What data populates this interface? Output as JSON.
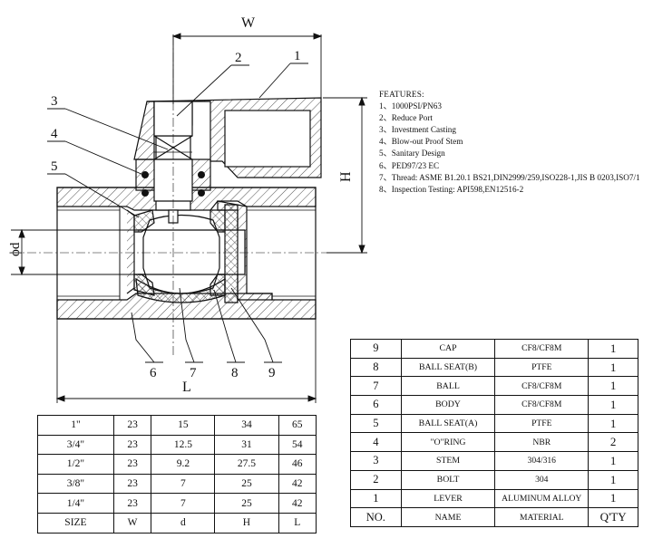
{
  "labels": {
    "W": "W",
    "H": "H",
    "L": "L",
    "d": "ϕd",
    "callouts": [
      "1",
      "2",
      "3",
      "4",
      "5",
      "6",
      "7",
      "8",
      "9"
    ]
  },
  "features": {
    "title": "FEATURES:",
    "items": [
      "1、1000PSI/PN63",
      "2、Reduce  Port",
      "3、Investment Casting",
      "4、Blow-out Proof Stem",
      "5、Sanitary Design",
      "6、PED97/23 EC",
      "7、Thread: ASME B1.20.1    BS21,DIN2999/259,ISO228-1,JIS B 0203,ISO7/1",
      "8、Inspection Testing: API598,EN12516-2"
    ]
  },
  "size_table": {
    "rows": [
      [
        "1\"",
        "23",
        "15",
        "34",
        "65"
      ],
      [
        "3/4\"",
        "23",
        "12.5",
        "31",
        "54"
      ],
      [
        "1/2\"",
        "23",
        "9.2",
        "27.5",
        "46"
      ],
      [
        "3/8\"",
        "23",
        "7",
        "25",
        "42"
      ],
      [
        "1/4\"",
        "23",
        "7",
        "25",
        "42"
      ]
    ],
    "header": [
      "SIZE",
      "W",
      "d",
      "H",
      "L"
    ]
  },
  "parts_table": {
    "rows": [
      [
        "9",
        "CAP",
        "CF8/CF8M",
        "1"
      ],
      [
        "8",
        "BALL SEAT(B)",
        "PTFE",
        "1"
      ],
      [
        "7",
        "BALL",
        "CF8/CF8M",
        "1"
      ],
      [
        "6",
        "BODY",
        "CF8/CF8M",
        "1"
      ],
      [
        "5",
        "BALL SEAT(A)",
        "PTFE",
        "1"
      ],
      [
        "4",
        "\"O\"RING",
        "NBR",
        "2"
      ],
      [
        "3",
        "STEM",
        "304/316",
        "1"
      ],
      [
        "2",
        "BOLT",
        "304",
        "1"
      ],
      [
        "1",
        "LEVER",
        "ALUMINUM ALLOY",
        "1"
      ]
    ],
    "header": [
      "NO.",
      "NAME",
      "MATERIAL",
      "Q'TY"
    ]
  }
}
